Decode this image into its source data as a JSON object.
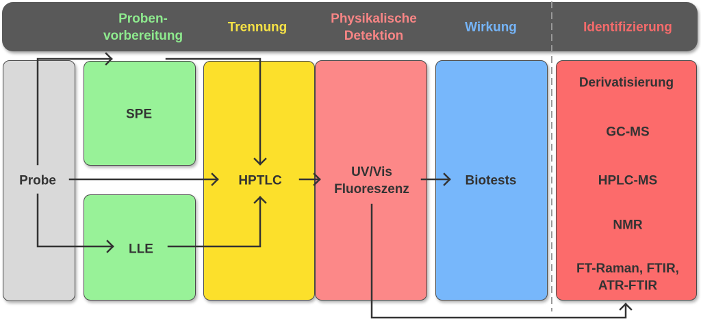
{
  "header": {
    "stages": [
      {
        "label_lines": [
          "Proben-",
          "vorbereitung"
        ],
        "color": "#8EEA8E"
      },
      {
        "label_lines": [
          "Trennung"
        ],
        "color": "#F5E146"
      },
      {
        "label_lines": [
          "Physikalische",
          "Detektion"
        ],
        "color": "#F78585"
      },
      {
        "label_lines": [
          "Wirkung"
        ],
        "color": "#75B4F7"
      },
      {
        "label_lines": [
          "Identifizierung"
        ],
        "color": "#F56B6B"
      }
    ]
  },
  "colors": {
    "probe_box": "#D9D9D9",
    "prep_box": "#98F298",
    "separation_box": "#FCE02B",
    "detection_box": "#FC8888",
    "effect_box": "#77B7FB",
    "identification_box": "#FC6B6B",
    "arrows": "#333333",
    "divider": "#999999"
  },
  "nodes": {
    "probe": "Probe",
    "spe": "SPE",
    "lle": "LLE",
    "hptlc": "HPTLC",
    "detection": [
      "UV/Vis",
      "Fluoreszenz"
    ],
    "biotests": "Biotests",
    "identification": [
      [
        "Derivatisierung"
      ],
      [
        "GC-MS"
      ],
      [
        "HPLC-MS"
      ],
      [
        "NMR"
      ],
      [
        "FT-Raman, FTIR,",
        "ATR-FTIR"
      ]
    ]
  }
}
